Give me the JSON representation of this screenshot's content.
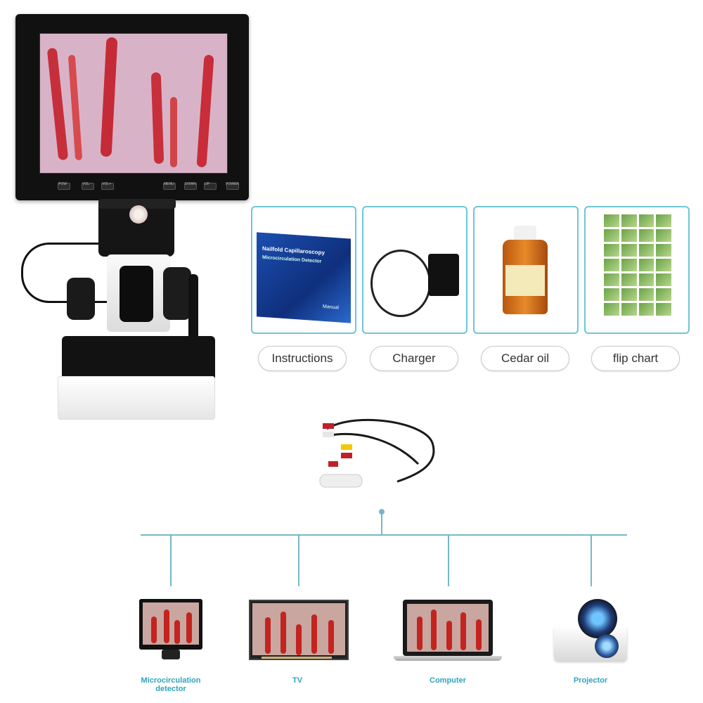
{
  "main_device": {
    "monitor_buttons": [
      "POW",
      "VOL-",
      "VOL+",
      "MENU",
      "DOWN",
      "UP",
      "POWER"
    ]
  },
  "accessories": [
    {
      "label": "Instructions"
    },
    {
      "label": "Charger"
    },
    {
      "label": "Cedar oil"
    },
    {
      "label": "flip chart"
    }
  ],
  "instruction_book": {
    "title": "Nailfold Capillaroscopy",
    "subtitle": "Microcirculation Detector",
    "manual": "Manual"
  },
  "outputs": [
    {
      "label": "Microcirculation detector"
    },
    {
      "label": "TV"
    },
    {
      "label": "Computer"
    },
    {
      "label": "Projector"
    }
  ],
  "colors": {
    "accent": "#2ea3c0",
    "card_border": "#6ec6d6",
    "connector_line": "#74b9c7"
  }
}
